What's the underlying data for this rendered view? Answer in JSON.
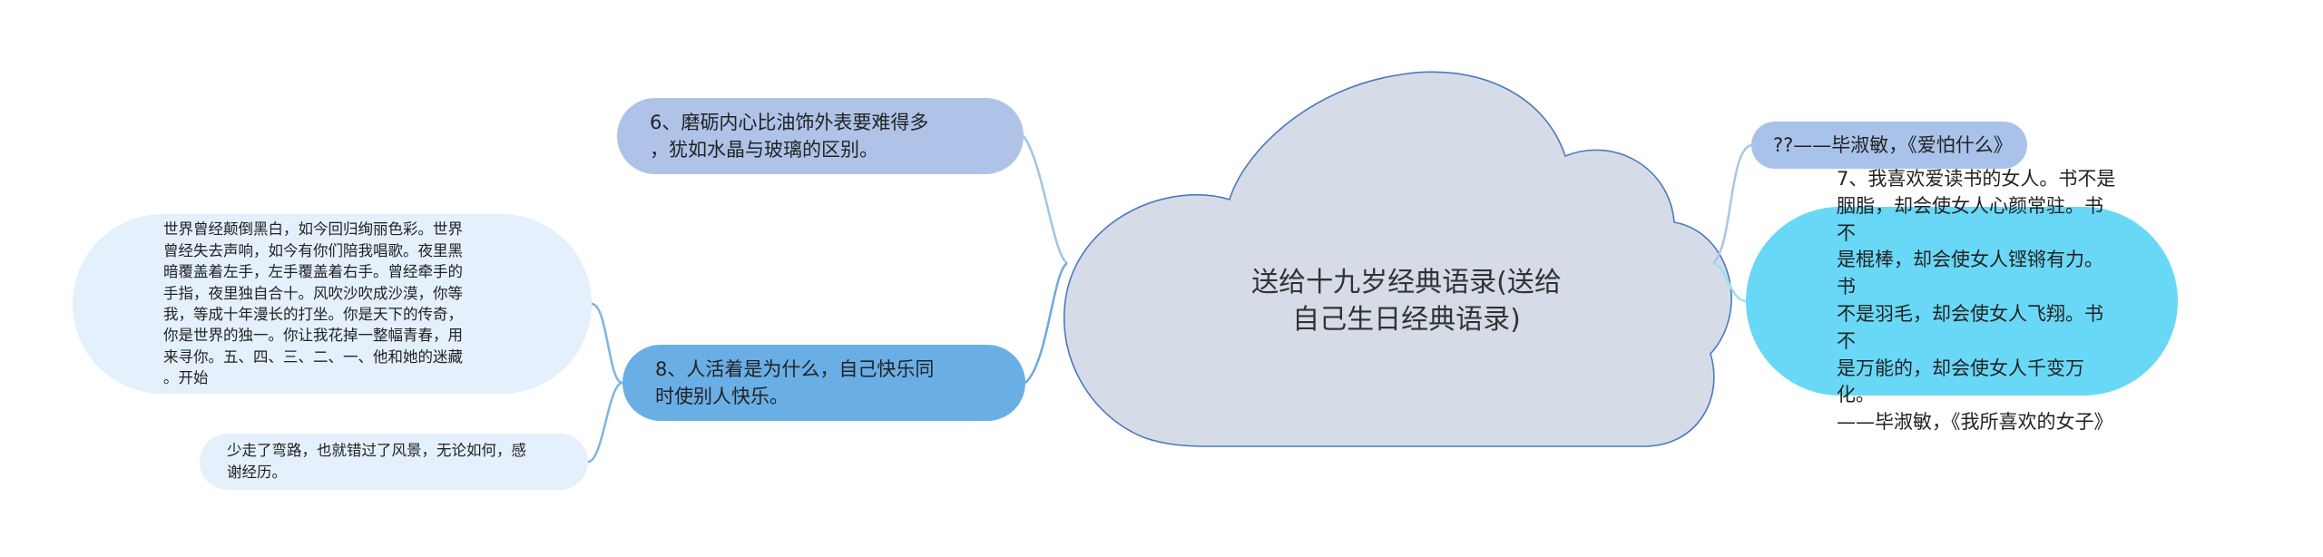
{
  "center": {
    "title": "送给十九岁经典语录(送给\n自己生日经典语录)"
  },
  "left_nodes": [
    {
      "text": "6、磨砺内心比油饰外表要难得多\n，犹如水晶与玻璃的区别。"
    },
    {
      "text": "8、人活着是为什么，自己快乐同\n时使别人快乐。"
    }
  ],
  "left_children": [
    {
      "text": "世界曾经颠倒黑白，如今回归绚丽色彩。世界\n曾经失去声响，如今有你们陪我唱歌。夜里黑\n暗覆盖着左手，左手覆盖着右手。曾经牵手的\n手指，夜里独自合十。风吹沙吹成沙漠，你等\n我，等成十年漫长的打坐。你是天下的传奇，\n你是世界的独一。你让我花掉一整幅青春，用\n来寻你。五、四、三、二、一、他和她的迷藏\n。开始"
    },
    {
      "text": "少走了弯路，也就错过了风景，无论如何，感\n谢经历。"
    }
  ],
  "right_nodes": [
    {
      "text": "??——毕淑敏，《爱怕什么》"
    },
    {
      "text": "7、我喜欢爱读书的女人。书不是\n胭脂，却会使女人心颜常驻。书不\n是棍棒，却会使女人铿锵有力。书\n不是羽毛，却会使女人飞翔。书不\n是万能的，却会使女人千变万化。\n——毕淑敏，《我所喜欢的女子》"
    }
  ],
  "colors": {
    "cloud_fill": "#d5dce8",
    "cloud_stroke": "#4a78c0",
    "node_6": "#afc3e8",
    "node_8": "#6aaee6",
    "child_fill": "#e4f0fb",
    "node_q": "#a9c2ea",
    "node_7": "#69d8f6",
    "link_left": "#8fb7dd",
    "link_right": "#9fdff0"
  }
}
